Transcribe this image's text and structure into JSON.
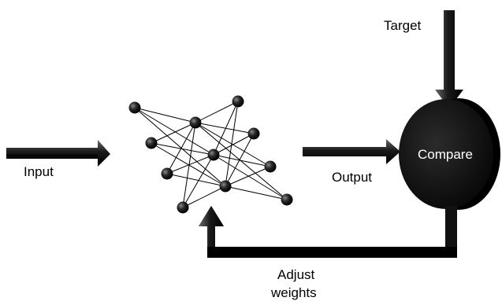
{
  "labels": {
    "input": "Input",
    "output": "Output",
    "target": "Target",
    "compare": "Compare",
    "adjust_line1": "Adjust",
    "adjust_line2": "weights"
  },
  "colors": {
    "arrow_dark": "#1a1a1a",
    "arrow_mid": "#3c3c3c",
    "node": "#111111",
    "compare_body": "#0d0d0d",
    "edge": "#000000"
  },
  "icons": {
    "network": "neural-network-icon",
    "compare": "comparator-disk-icon"
  }
}
